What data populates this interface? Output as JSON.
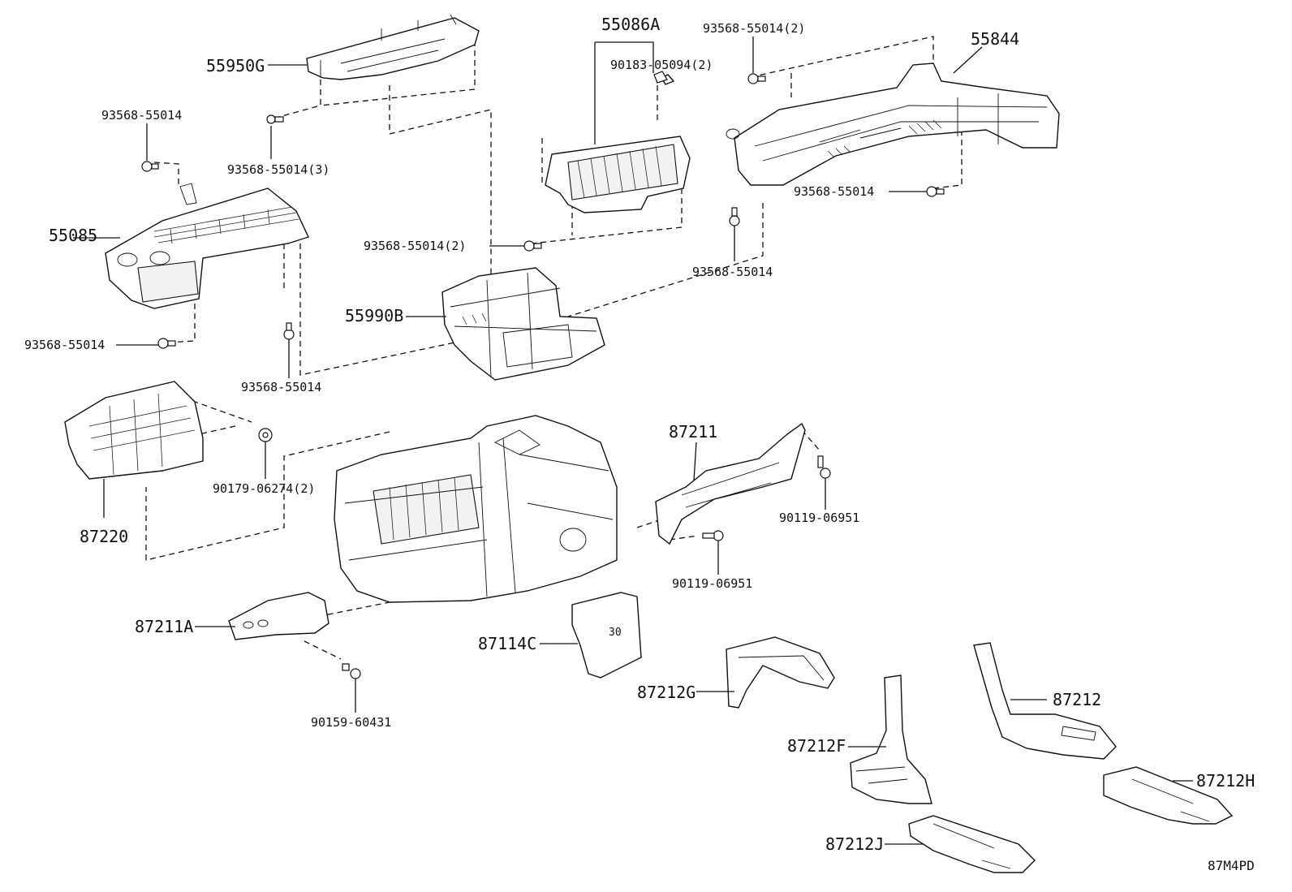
{
  "diagram_id": "87M4PD",
  "callouts": {
    "c55950G": "55950G",
    "c55086A": "55086A",
    "c90183": "90183-05094(2)",
    "c93568_top": "93568-55014(2)",
    "c55844": "55844",
    "c93568_a": "93568-55014",
    "c93568_3": "93568-55014(3)",
    "c55085": "55085",
    "c93568_b": "93568-55014",
    "c93568_2b": "93568-55014(2)",
    "c93568_c": "93568-55014",
    "c55990B": "55990B",
    "c93568_d": "93568-55014",
    "c93568_e": "93568-55014",
    "c87211": "87211",
    "c90179": "90179-06274(2)",
    "c87220": "87220",
    "c90119_a": "90119-06951",
    "c90119_b": "90119-06951",
    "c87211A": "87211A",
    "c87114C": "87114C",
    "c87212G": "87212G",
    "c87212": "87212",
    "c90159": "90159-60431",
    "c87212F": "87212F",
    "c87212H": "87212H",
    "c87212J": "87212J"
  },
  "stamp_87114C": "30"
}
